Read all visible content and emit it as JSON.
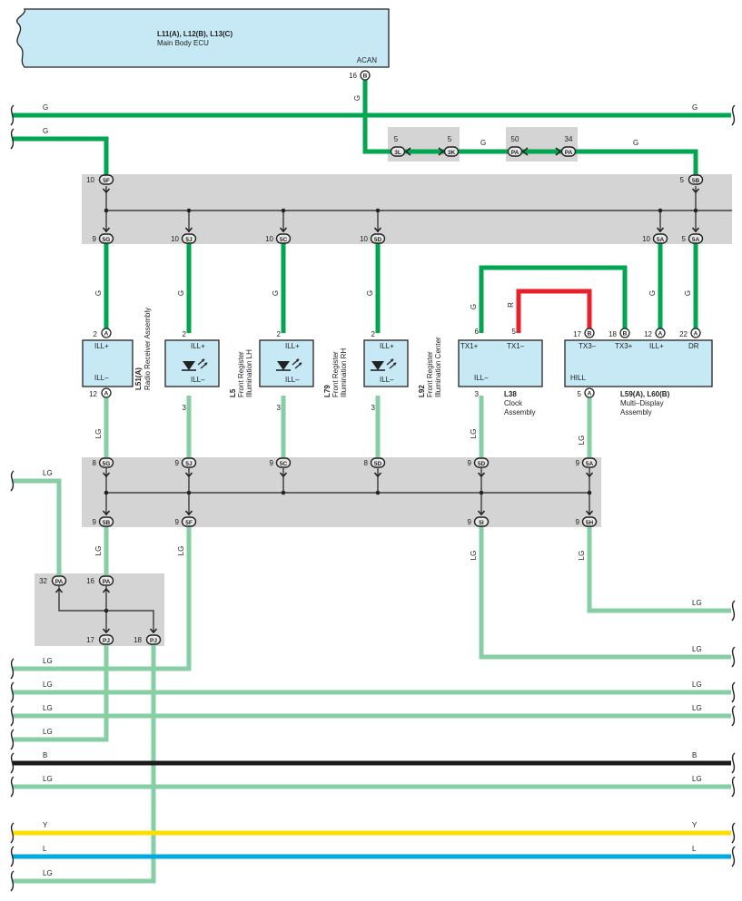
{
  "ecu": {
    "ids": "L11(A), L12(B), L13(C)",
    "name": "Main Body ECU",
    "pin_label": "ACAN",
    "pin_no": "16",
    "conn": "B"
  },
  "wire_colors": {
    "G": "#00a650",
    "LG": "#86cfa4",
    "R": "#e8202a",
    "B": "#1a1a1a",
    "Y": "#ffdd00",
    "L": "#00a8e1"
  },
  "wire_labels": {
    "G": "G",
    "LG": "LG",
    "R": "R",
    "B": "B",
    "Y": "Y",
    "L": "L"
  },
  "joint_top": {
    "left_pin": "5",
    "left_conn": "3L",
    "right_pin": "5",
    "right_conn": "3K"
  },
  "joint_pa_top": {
    "left_pin": "50",
    "left_conn": "PA",
    "right_pin": "34",
    "right_conn": "PA"
  },
  "block1": {
    "in_left_pin": "10",
    "in_left_conn": "5F",
    "in_right_pin": "5",
    "in_right_conn": "5B",
    "outs": [
      {
        "pin": "9",
        "conn": "5G"
      },
      {
        "pin": "10",
        "conn": "5J"
      },
      {
        "pin": "10",
        "conn": "5C"
      },
      {
        "pin": "10",
        "conn": "5D"
      },
      {
        "pin": "10",
        "conn": "5A"
      },
      {
        "pin": "5",
        "conn": "5A"
      }
    ]
  },
  "comp_radio": {
    "pin_top": "2",
    "conn_top": "A",
    "lbl_top": "ILL+",
    "pin_bot": "12",
    "conn_bot": "A",
    "lbl_bot": "ILL–",
    "id": "L51(A)",
    "name": "Radio Receiver Assembly"
  },
  "comp_reg_lh": {
    "pin_top": "2",
    "lbl_top": "ILL+",
    "pin_bot": "3",
    "lbl_bot": "ILL–",
    "id": "L5",
    "name1": "Front Register",
    "name2": "Illumination LH"
  },
  "comp_reg_rh": {
    "pin_top": "2",
    "lbl_top": "ILL+",
    "pin_bot": "3",
    "lbl_bot": "ILL–",
    "id": "L79",
    "name1": "Front Register",
    "name2": "Illumination RH"
  },
  "comp_reg_ctr": {
    "pin_top": "2",
    "lbl_top": "ILL+",
    "pin_bot": "3",
    "lbl_bot": "ILL–",
    "id": "L92",
    "name1": "Front Register",
    "name2": "Illumination Center"
  },
  "comp_clock": {
    "pin_a": "6",
    "lbl_a": "TX1+",
    "pin_b": "5",
    "lbl_b": "TX1–",
    "pin_bot": "3",
    "lbl_bot": "ILL–",
    "id": "L38",
    "name1": "Clock",
    "name2": "Assembly"
  },
  "comp_mda": {
    "pin_a": "17",
    "conn_a": "B",
    "lbl_a": "TX3–",
    "pin_b": "18",
    "conn_b": "B",
    "lbl_b": "TX3+",
    "pin_c": "12",
    "conn_c": "A",
    "lbl_c": "ILL+",
    "pin_d": "22",
    "conn_d": "A",
    "lbl_d": "DR",
    "pin_bot": "5",
    "conn_bot": "A",
    "lbl_bot": "HILL",
    "id": "L59(A), L60(B)",
    "name1": "Multi–Display",
    "name2": "Assembly"
  },
  "block2": {
    "ins": [
      {
        "pin": "8",
        "conn": "5G"
      },
      {
        "pin": "9",
        "conn": "5J"
      },
      {
        "pin": "9",
        "conn": "5C"
      },
      {
        "pin": "8",
        "conn": "5D"
      },
      {
        "pin": "9",
        "conn": "5D"
      },
      {
        "pin": "9",
        "conn": "5A"
      }
    ],
    "outs": [
      {
        "pin": "9",
        "conn": "5B"
      },
      {
        "pin": "9",
        "conn": "5F"
      },
      {
        "pin": "9",
        "conn": "5I"
      },
      {
        "pin": "9",
        "conn": "5H"
      }
    ]
  },
  "block3": {
    "in_left_pin": "32",
    "in_left_conn": "PA",
    "in_right_pin": "16",
    "in_right_conn": "PA",
    "out_left_pin": "17",
    "out_left_conn": "PJ",
    "out_right_pin": "18",
    "out_right_conn": "PJ"
  }
}
